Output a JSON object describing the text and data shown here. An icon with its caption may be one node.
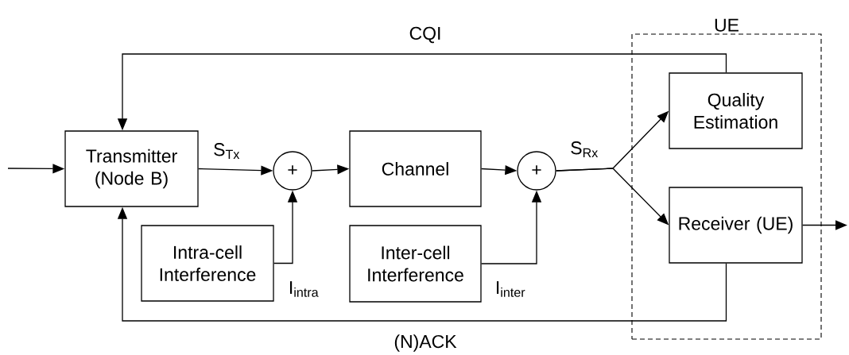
{
  "diagram": {
    "nodes": [
      {
        "text": [
          "Transmitter (Node B)"
        ]
      },
      {
        "text": [
          "+"
        ]
      },
      {
        "text": [
          "Channel"
        ]
      },
      {
        "text": [
          "+"
        ]
      },
      {
        "text": [
          "UE"
        ]
      },
      {
        "text": [
          "Quality Estimation"
        ],
        "in": 4
      },
      {
        "text": [
          "Receiver (UE)"
        ],
        "in": 4
      },
      {
        "text": [
          "Intra-cell Interference"
        ]
      },
      {
        "text": [
          "Inter-cell Interference"
        ]
      }
    ],
    "edges": [
      {
        "from": null,
        "to": 0,
        "arrow": "to"
      },
      {
        "from": 0,
        "to": 1,
        "arrow": "to",
        "label": "S$_{Tx}$"
      },
      {
        "from": 1,
        "to": 2,
        "arrow": "to"
      },
      {
        "from": 2,
        "to": 3,
        "arrow": "to"
      },
      {
        "from": 7,
        "to": 1,
        "arrow": "to",
        "label": "I$_{intra}$"
      },
      {
        "from": 8,
        "to": 3,
        "arrow": "to",
        "label": "I$_{inter}$"
      },
      {
        "from": 3,
        "to": 5,
        "arrow": "to",
        "label": "S$_{Rx}$"
      },
      {
        "from": 3,
        "to": 6,
        "arrow": "to"
      },
      {
        "from": 5,
        "to": 0,
        "arrow": "to",
        "label": "CQI"
      },
      {
        "from": 6,
        "to": 0,
        "arrow": "to",
        "label": "(N)ACK"
      },
      {
        "from": 6,
        "to": null,
        "arrow": "to"
      }
    ]
  }
}
